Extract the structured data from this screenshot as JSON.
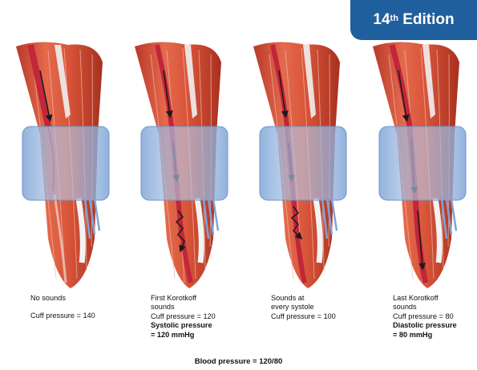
{
  "badge": {
    "edition_number": "14",
    "edition_suffix": "th",
    "edition_word": "Edition"
  },
  "colors": {
    "badge_blue": "#1f5f9e",
    "muscle_red": "#d9553a",
    "artery_red": "#c1263a",
    "cuff_blue": "#8fb3e0",
    "arrow": "#1a1a1a"
  },
  "panels": [
    {
      "name": "no-sounds",
      "artery_state": "occluded",
      "line1": "No sounds",
      "line2": "",
      "pressure": "Cuff pressure = 140",
      "bold1": "",
      "bold2": ""
    },
    {
      "name": "first-korotkoff",
      "artery_state": "partially-open",
      "line1": "First Korotkoff",
      "line2": "sounds",
      "pressure": "Cuff pressure = 120",
      "bold1": "Systolic pressure",
      "bold2": "= 120 mmHg"
    },
    {
      "name": "every-systole",
      "artery_state": "intermittent",
      "line1": "Sounds at",
      "line2": "every systole",
      "pressure": "Cuff pressure = 100",
      "bold1": "",
      "bold2": ""
    },
    {
      "name": "last-korotkoff",
      "artery_state": "open",
      "line1": "Last Korotkoff",
      "line2": "sounds",
      "pressure": "Cuff pressure = 80",
      "bold1": "Diastolic pressure",
      "bold2": "= 80 mmHg"
    }
  ],
  "footer": {
    "blood_pressure": "Blood pressure = 120/80"
  }
}
